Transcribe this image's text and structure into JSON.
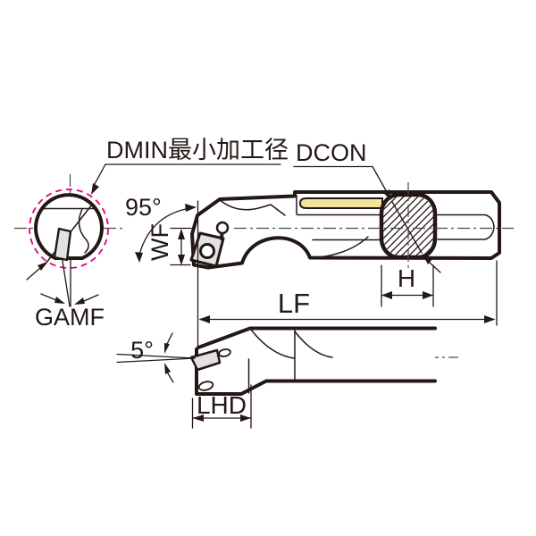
{
  "labels": {
    "dmin": "DMIN最小加工径",
    "dcon": "DCON",
    "lead_angle": "95°",
    "wf": "WF",
    "gamf": "GAMF",
    "lf": "LF",
    "h": "H",
    "lhd": "LHD",
    "back_angle": "5°"
  },
  "colors": {
    "line": "#231815",
    "centerline": "#4a4a4a",
    "magenta_circle": "#e4007f",
    "coolant_yellow": "#f3e39b",
    "insert_gray": "#e2e2e2"
  }
}
